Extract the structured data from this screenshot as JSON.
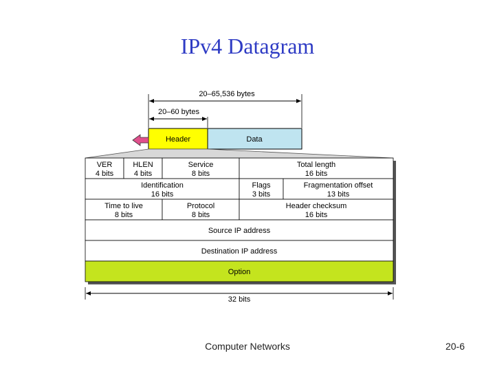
{
  "slide": {
    "title": "IPv4 Datagram",
    "footer_center": "Computer Networks",
    "footer_right": "20-6"
  },
  "diagram": {
    "total_length_label": "20–65,536 bytes",
    "header_length_label": "20–60 bytes",
    "header_label": "Header",
    "data_label": "Data",
    "width_label": "32 bits",
    "colors": {
      "header_fill": "#ffff00",
      "data_fill": "#bfe4f0",
      "option_fill": "#c4e41e",
      "arrow_fill": "#e0508c",
      "shadow": "#555555"
    },
    "rows": [
      {
        "fields": [
          {
            "name": "VER",
            "bits": "4 bits"
          },
          {
            "name": "HLEN",
            "bits": "4 bits"
          },
          {
            "name": "Service",
            "bits": "8 bits"
          },
          {
            "name": "Total length",
            "bits": "16 bits"
          }
        ]
      },
      {
        "fields": [
          {
            "name": "Identification",
            "bits": "16 bits"
          },
          {
            "name": "Flags",
            "bits": "3 bits"
          },
          {
            "name": "Fragmentation offset",
            "bits": "13 bits"
          }
        ]
      },
      {
        "fields": [
          {
            "name": "Time to live",
            "bits": "8 bits"
          },
          {
            "name": "Protocol",
            "bits": "8 bits"
          },
          {
            "name": "Header checksum",
            "bits": "16 bits"
          }
        ]
      },
      {
        "fields": [
          {
            "name": "Source IP address"
          }
        ]
      },
      {
        "fields": [
          {
            "name": "Destination IP address"
          }
        ]
      },
      {
        "fields": [
          {
            "name": "Option"
          }
        ]
      }
    ]
  }
}
